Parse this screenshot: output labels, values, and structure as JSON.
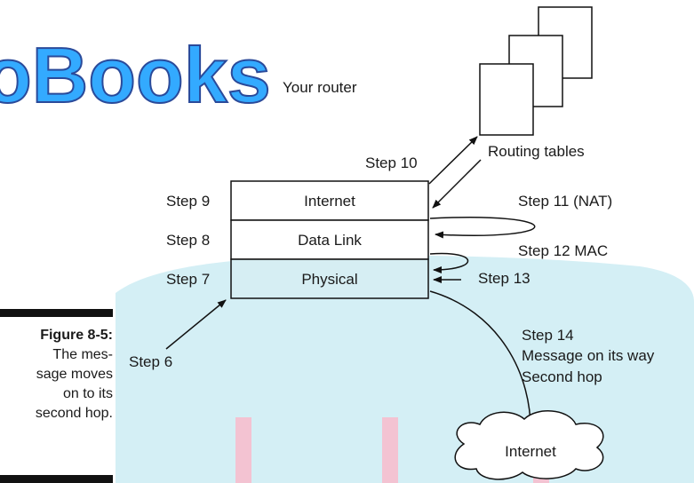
{
  "brand": {
    "text": "oBooks",
    "fill": "#33aaff",
    "shadow": "#2a4a9a"
  },
  "colors": {
    "cloud_bg": "#d4eff5",
    "physical_bg": "#d6eef3",
    "stripe": "#f3c3d2",
    "line": "#111111"
  },
  "router": {
    "label": "Your router"
  },
  "routing_tables": {
    "label": "Routing tables"
  },
  "layers": {
    "internet": "Internet",
    "data_link": "Data Link",
    "physical": "Physical"
  },
  "steps": {
    "s6": "Step 6",
    "s7": "Step 7",
    "s8": "Step 8",
    "s9": "Step 9",
    "s10": "Step 10",
    "s11": "Step 11 (NAT)",
    "s12": "Step 12 MAC",
    "s13": "Step 13",
    "s14": [
      "Step 14",
      "Message on its way",
      "Second hop"
    ]
  },
  "cloud": {
    "label": "Internet"
  },
  "caption": {
    "title": "Figure 8-5:",
    "lines": [
      "The mes-",
      "sage moves",
      "on to its",
      "second hop."
    ]
  }
}
